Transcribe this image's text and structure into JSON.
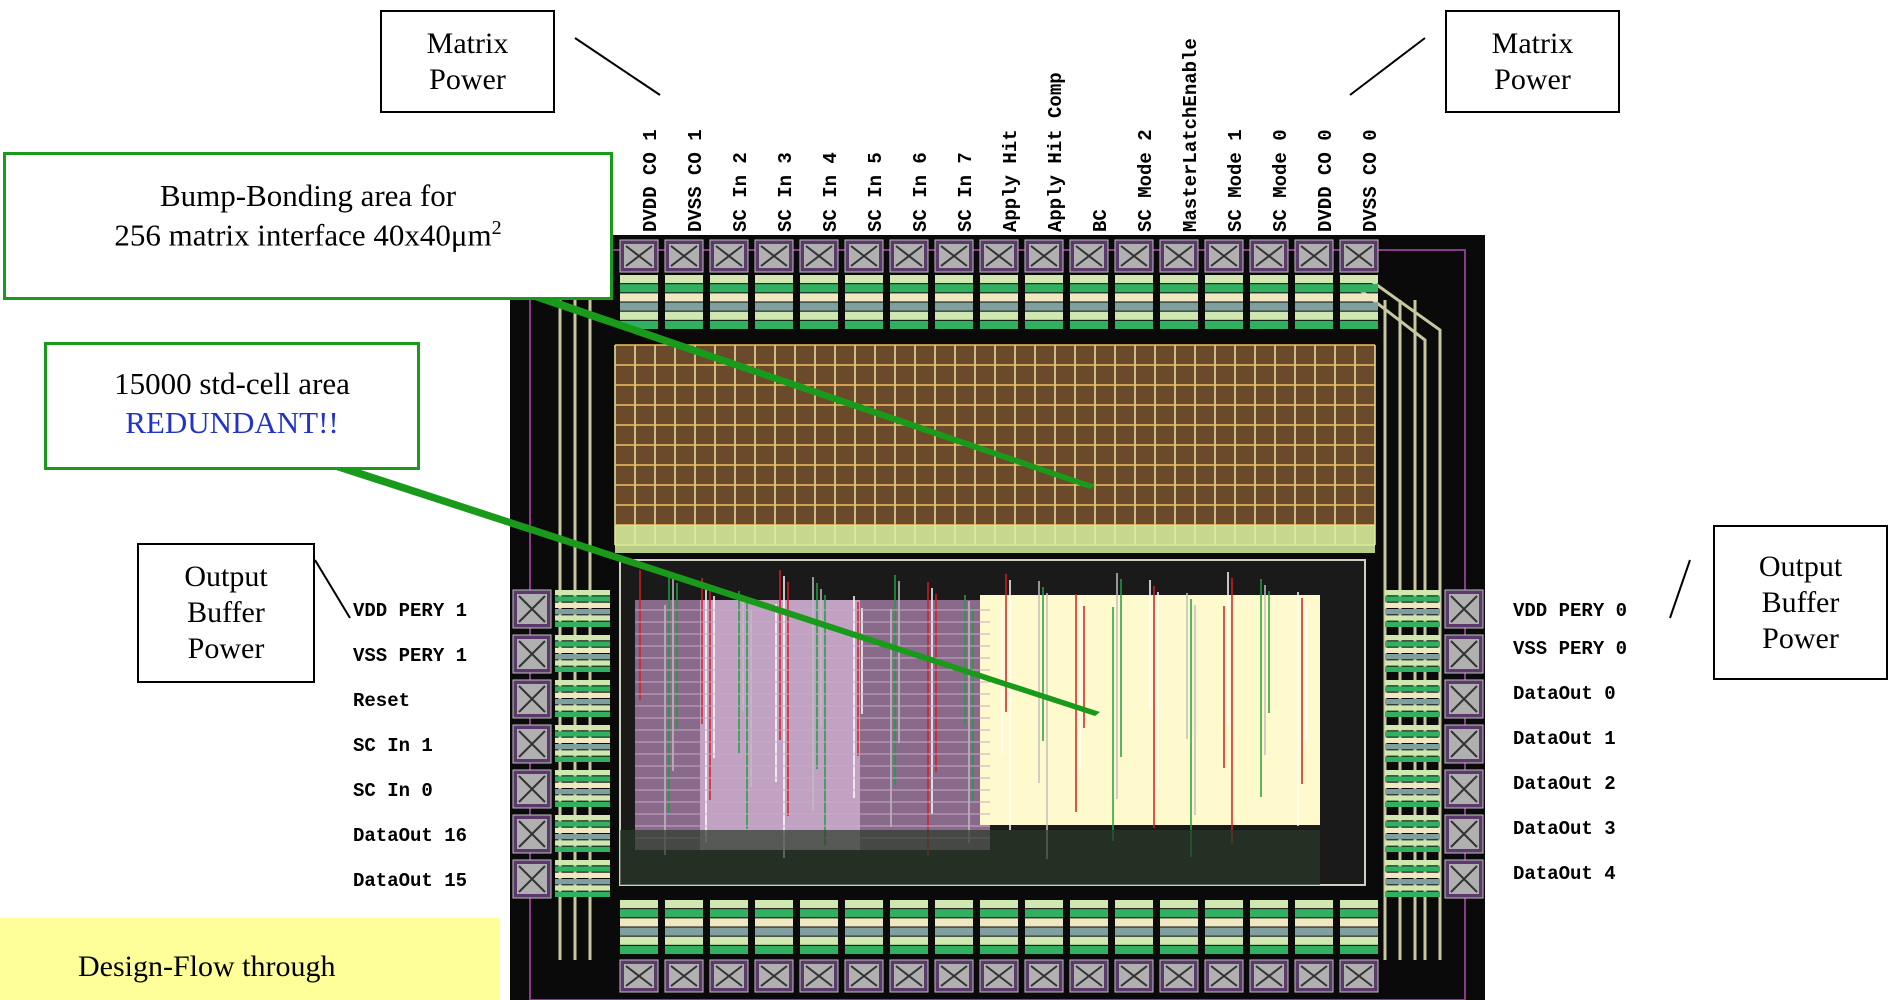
{
  "callouts": {
    "bump_line1": "Bump-Bonding area for",
    "bump_line2_prefix": "256 matrix interface 40x40μm",
    "bump_line2_sup": "2",
    "stdcell_line1": "15000 std-cell area",
    "stdcell_line2": "REDUNDANT!!"
  },
  "power_boxes": {
    "matrix_left": [
      "Matrix",
      "Power"
    ],
    "matrix_right": [
      "Matrix",
      "Power"
    ],
    "output_left": [
      "Output",
      "Buffer",
      "Power"
    ],
    "output_right": [
      "Output",
      "Buffer",
      "Power"
    ]
  },
  "top_pins": [
    "DVDD CO 1",
    "DVSS CO 1",
    "SC In 2",
    "SC In 3",
    "SC In 4",
    "SC In 5",
    "SC In 6",
    "SC In 7",
    "Apply Hit",
    "Apply Hit Comp",
    "BC",
    "SC Mode 2",
    "MasterLatchEnable",
    "SC Mode 1",
    "SC Mode 0",
    "DVDD CO 0",
    "DVSS CO 0"
  ],
  "left_pins": [
    "VDD PERY 1",
    "VSS PERY 1",
    "Reset",
    "SC In 1",
    "SC In 0",
    "DataOut 16",
    "DataOut 15"
  ],
  "right_pins": [
    "VDD PERY 0",
    "VSS PERY 0",
    "DataOut 0",
    "DataOut 1",
    "DataOut 2",
    "DataOut 3",
    "DataOut 4"
  ],
  "footer": {
    "text": "Design-Flow through"
  },
  "colors": {
    "callout_border": "#1a9a1a",
    "redundant_text": "#2233cc",
    "footer_bg": "#ffff99",
    "chip_bg": "#000000"
  }
}
